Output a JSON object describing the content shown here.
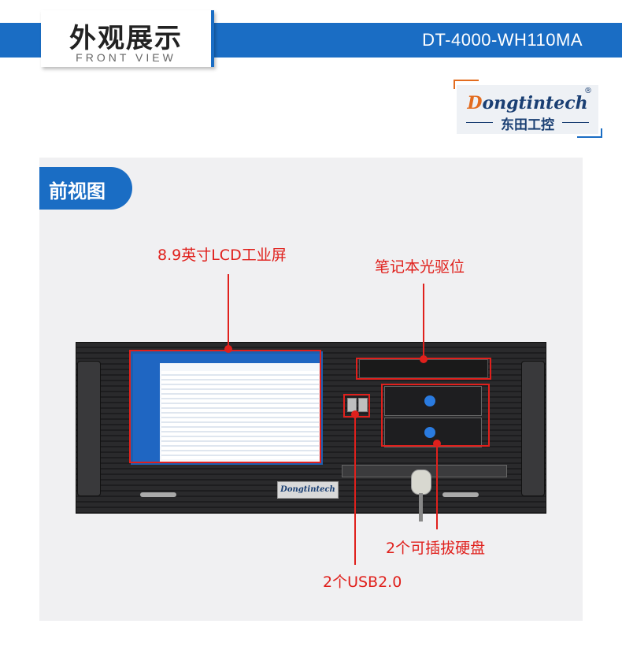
{
  "header": {
    "title": "外观展示",
    "subtitle": "FRONT VIEW",
    "model": "DT-4000-WH110MA"
  },
  "logo": {
    "english_d": "D",
    "english_rest": "ongtintech",
    "registered": "®",
    "chinese": "东田工控"
  },
  "section": {
    "title": "前视图"
  },
  "labels": {
    "lcd": "8.9英寸LCD工业屏",
    "optical_drive": "笔记本光驱位",
    "hard_drives": "2个可插拔硬盘",
    "usb": "2个USB2.0"
  },
  "front_logo": "Dongtintech",
  "colors": {
    "brand_blue": "#1a6dc4",
    "callout_red": "#e0201c",
    "logo_orange": "#e36c1f"
  }
}
